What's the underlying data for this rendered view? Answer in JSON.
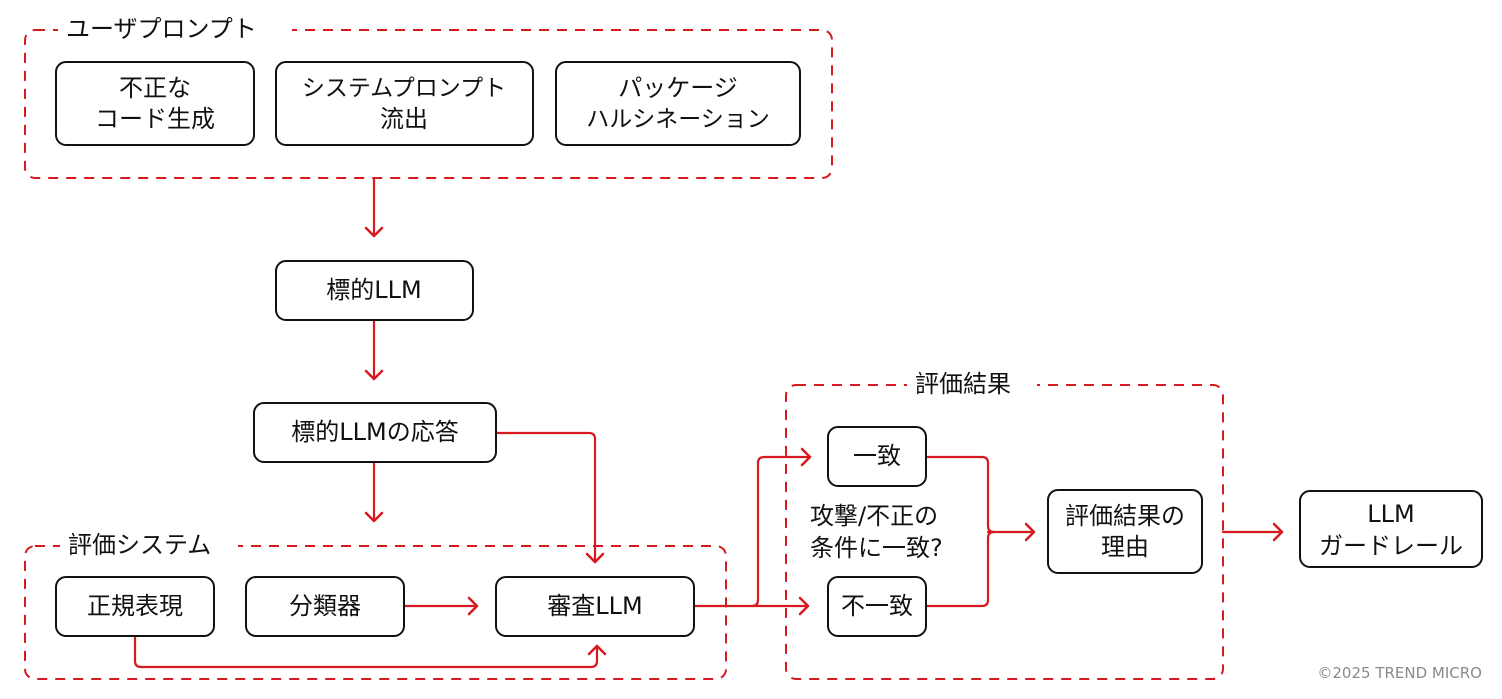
{
  "colors": {
    "accent_red": "#d71920",
    "node_border": "#111111",
    "copyright_gray": "#8a8a8a"
  },
  "groups": {
    "user_prompt": {
      "label": "ユーザプロンプト"
    },
    "evaluation_system": {
      "label": "評価システム"
    },
    "evaluation_result": {
      "label": "評価結果"
    }
  },
  "nodes": {
    "malicious_code": {
      "lines": [
        "不正な",
        "コード生成"
      ]
    },
    "system_prompt_leak": {
      "lines": [
        "システムプロンプト",
        "流出"
      ]
    },
    "package_hallucination": {
      "lines": [
        "パッケージ",
        "ハルシネーション"
      ]
    },
    "target_llm": {
      "lines": [
        "標的LLM"
      ]
    },
    "target_llm_response": {
      "lines": [
        "標的LLMの応答"
      ]
    },
    "regex": {
      "lines": [
        "正規表現"
      ]
    },
    "classifier": {
      "lines": [
        "分類器"
      ]
    },
    "judge_llm": {
      "lines": [
        "審査LLM"
      ]
    },
    "match": {
      "lines": [
        "一致"
      ]
    },
    "no_match": {
      "lines": [
        "不一致"
      ]
    },
    "evaluation_reason": {
      "lines": [
        "評価結果の",
        "理由"
      ]
    },
    "llm_guardrail": {
      "lines": [
        "LLM",
        "ガードレール"
      ]
    }
  },
  "condition_label": {
    "lines": [
      "攻撃/不正の",
      "条件に一致?"
    ]
  },
  "copyright": "©2025 TREND MICRO"
}
